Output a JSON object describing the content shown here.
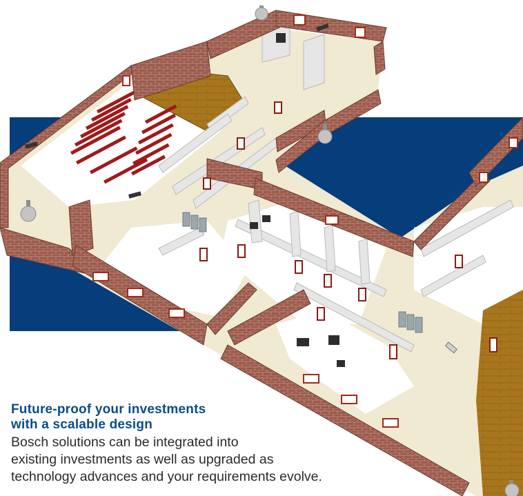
{
  "colors": {
    "background": "#ffffff",
    "panel_blue": "#053e7a",
    "headline_blue": "#0a4c8c",
    "body_text": "#2a2a2a",
    "brick": "#9a5a4c",
    "floor": "#f0ead2",
    "room_floor": "#ffffff",
    "wood_floor": "#a8761c"
  },
  "illustration": {
    "subject": "building-floor-plan",
    "icons": [
      "security-camera-icon",
      "dome-camera-icon",
      "door-icon",
      "window-icon",
      "seat-icon",
      "server-rack-icon",
      "control-desk-icon"
    ]
  },
  "text": {
    "headline_line1": "Future-proof your investments",
    "headline_line2": "with a scalable design",
    "body_line1": "Bosch solutions can be integrated into",
    "body_line2": "existing investments as well as upgraded as",
    "body_line3": "technology advances and your requirements evolve."
  }
}
